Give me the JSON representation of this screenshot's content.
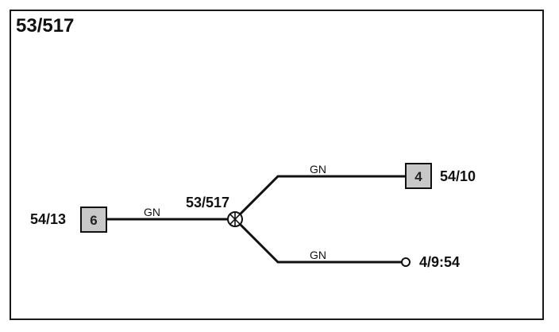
{
  "title": "53/517",
  "splice": {
    "label": "53/517"
  },
  "connectors": {
    "left": {
      "label": "54/13",
      "pin": "6"
    },
    "upper": {
      "label": "54/10",
      "pin": "4"
    },
    "lower": {
      "label": "4/9:54"
    }
  },
  "wires": {
    "left": {
      "color_code": "GN"
    },
    "upper": {
      "color_code": "GN"
    },
    "lower": {
      "color_code": "GN"
    }
  },
  "colors": {
    "line": "#111111",
    "pin_box_fill": "#c8c8c8"
  }
}
